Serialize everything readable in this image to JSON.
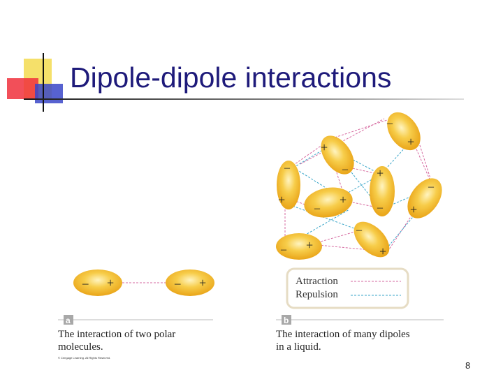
{
  "slide": {
    "title": "Dipole-dipole interactions",
    "page_number": "8"
  },
  "panel_a": {
    "letter": "a",
    "caption_line1": "The interaction of two polar",
    "caption_line2": "molecules.",
    "copyright": "© Cengage Learning. All Rights Reserved."
  },
  "panel_b": {
    "letter": "b",
    "caption_line1": "The interaction of many dipoles",
    "caption_line2": "in a liquid."
  },
  "legend": {
    "attraction": "Attraction",
    "repulsion": "Repulsion"
  },
  "signs": {
    "plus": "+",
    "minus": "–"
  },
  "colors": {
    "title": "#1e1a7a",
    "attraction_line": "#d66aa0",
    "repulsion_line": "#3aa6c9",
    "dipole_fill": "#f2b320",
    "dipole_highlight": "#fff4c0",
    "panel_label_bg": "#a8a8a8"
  }
}
